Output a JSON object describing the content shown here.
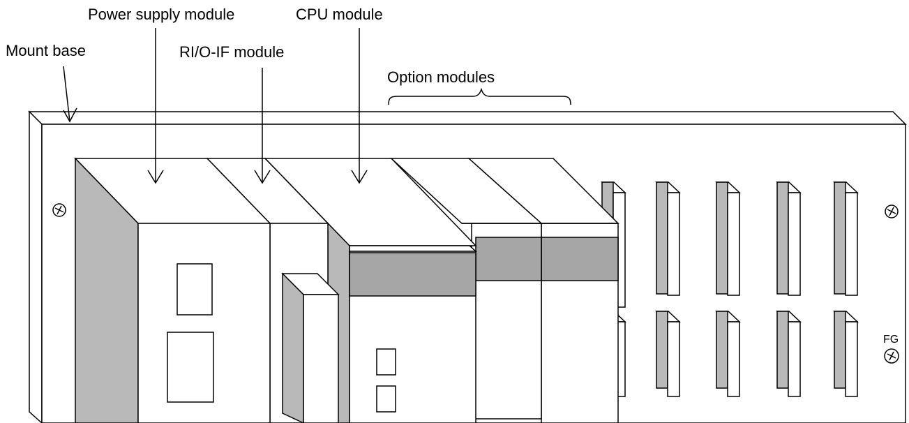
{
  "labels": {
    "mount_base": "Mount base",
    "power_supply": "Power supply module",
    "rio_if": "RI/O-IF module",
    "cpu": "CPU module",
    "option_modules": "Option modules",
    "fg": "FG"
  },
  "colors": {
    "line": "#000000",
    "panel": "#ffffff",
    "shade": "#b9b9b9",
    "band": "#a6a6a6"
  },
  "icons": [
    "screw-icon",
    "fg-screw-icon"
  ]
}
